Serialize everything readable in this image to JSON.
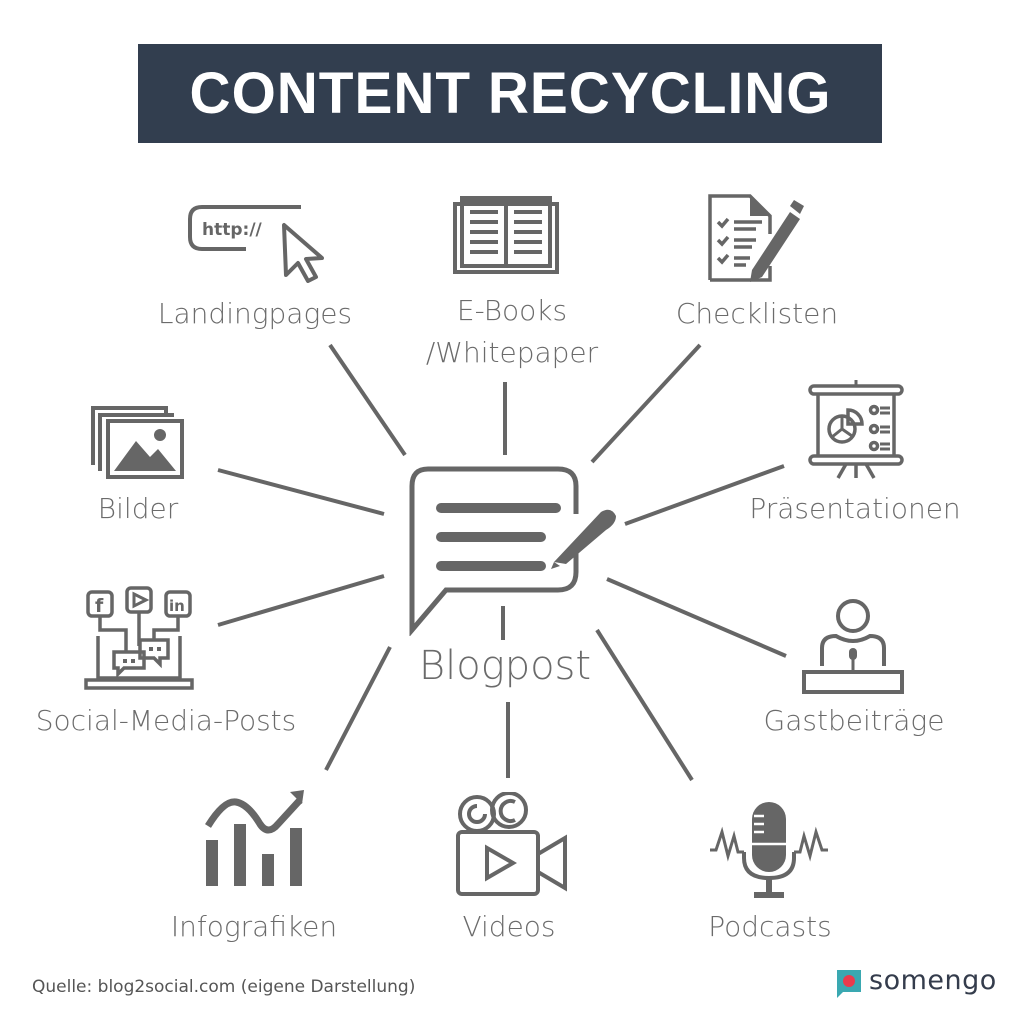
{
  "title": "CONTENT RECYCLING",
  "center": {
    "label": "Blogpost",
    "icon": "blogpost-speech-bubble-pencil-icon"
  },
  "items": [
    {
      "label": "Landingpages",
      "icon": "http-cursor-icon"
    },
    {
      "label": "E-Books",
      "label2": "/Whitepaper",
      "icon": "open-book-icon"
    },
    {
      "label": "Checklisten",
      "icon": "checklist-pencil-icon"
    },
    {
      "label": "Bilder",
      "icon": "images-icon"
    },
    {
      "label": "Präsentationen",
      "icon": "presentation-board-icon"
    },
    {
      "label": "Social-Media-Posts",
      "icon": "social-media-laptop-icon"
    },
    {
      "label": "Gastbeiträge",
      "icon": "speaker-podium-icon"
    },
    {
      "label": "Infografiken",
      "icon": "bar-chart-trend-icon"
    },
    {
      "label": "Videos",
      "icon": "video-camera-icon"
    },
    {
      "label": "Podcasts",
      "icon": "microphone-icon"
    }
  ],
  "footer": {
    "source": "Quelle: blog2social.com (eigene Darstellung)",
    "logo_text": "somengo"
  },
  "colors": {
    "title_bg": "#323e4f",
    "icon_gray": "#666666",
    "logo_teal": "#3aa8b1",
    "logo_red": "#ea3b4d"
  }
}
